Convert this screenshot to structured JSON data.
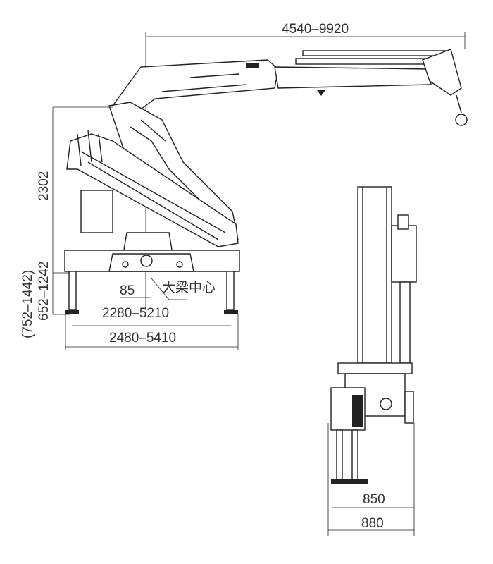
{
  "dimensions": {
    "boom_reach": "4540–9920",
    "column_height": "2302",
    "outrigger_height_range": "(752–1442)",
    "outrigger_height": "652–1242",
    "offset": "85",
    "beam_center": "大梁中心",
    "inner_span": "2280–5210",
    "outer_span": "2480–5410",
    "rear_width_inner": "850",
    "rear_width_outer": "880"
  }
}
